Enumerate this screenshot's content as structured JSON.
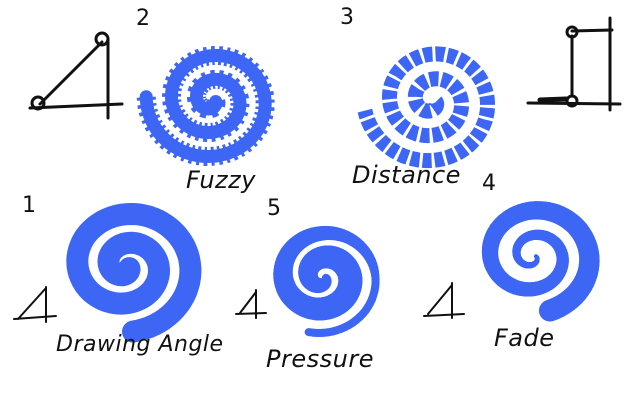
{
  "brush_color": "#3d66f5",
  "ink_color": "#111111",
  "numbers": {
    "fuzzy": "2",
    "distance": "3",
    "drawing_angle": "1",
    "pressure": "5",
    "fade": "4"
  },
  "labels": {
    "fuzzy": "Fuzzy",
    "distance": "Distance",
    "drawing_angle": "Drawing Angle",
    "pressure": "Pressure",
    "fade": "Fade"
  },
  "icons": [
    "triangle-angle-icon",
    "rotation-pivot-icon",
    "angle-icon"
  ]
}
